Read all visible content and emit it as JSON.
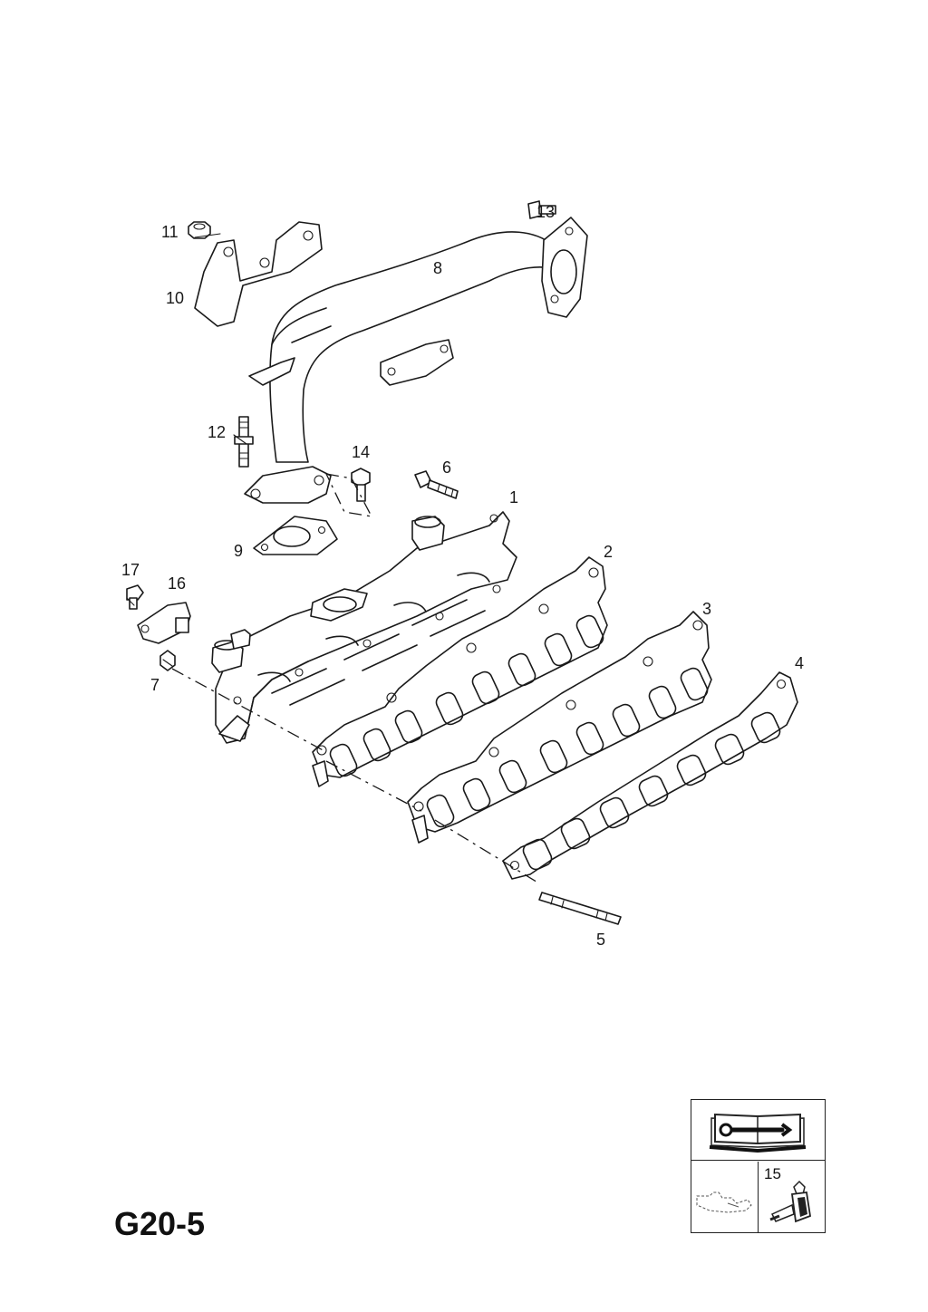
{
  "diagram": {
    "reference": "G20-5",
    "callouts": [
      "1",
      "2",
      "3",
      "4",
      "5",
      "6",
      "7",
      "8",
      "9",
      "10",
      "11",
      "12",
      "13",
      "14",
      "16",
      "17"
    ]
  },
  "legend": {
    "icons": [
      "service-manual-wrench-icon",
      "engine-outline-icon",
      "sealant-tube-icon"
    ],
    "sealant_callout": "15"
  }
}
